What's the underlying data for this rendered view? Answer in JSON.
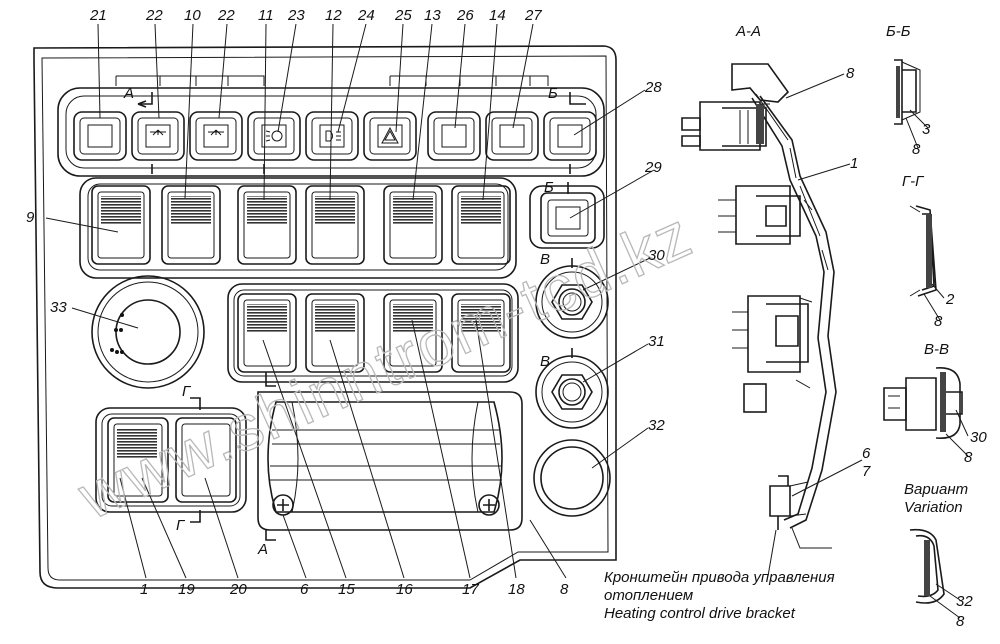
{
  "callouts": {
    "n21": "21",
    "n22a": "22",
    "n10": "10",
    "n22b": "22",
    "n11": "11",
    "n23": "23",
    "n12": "12",
    "n24": "24",
    "n25": "25",
    "n13": "13",
    "n26": "26",
    "n14": "14",
    "n27": "27",
    "n28": "28",
    "n29": "29",
    "n9": "9",
    "n30": "30",
    "n33": "33",
    "n31": "31",
    "n32": "32",
    "n1": "1",
    "n19": "19",
    "n20": "20",
    "n6": "6",
    "n15": "15",
    "n16": "16",
    "n17": "17",
    "n18": "18",
    "n8": "8",
    "s8a": "8",
    "s1": "1",
    "s6": "6",
    "s7": "7",
    "s3": "3",
    "s8b": "8",
    "s2": "2",
    "s8c": "8",
    "s30": "30",
    "s8d": "8",
    "s32": "32",
    "s8e": "8"
  },
  "section_marks": {
    "a_top": "А",
    "a_bottom": "А",
    "b_top": "Б",
    "b_right": "Б",
    "v_top": "В",
    "v_bottom": "В",
    "g_top": "Г",
    "g_bottom": "Г"
  },
  "section_titles": {
    "aa": "А-А",
    "bb": "Б-Б",
    "gg": "Г-Г",
    "vv": "В-В"
  },
  "variant": {
    "ru": "Вариант",
    "en": "Variation"
  },
  "caption": {
    "ru_line1": "Кронштейн привода управления",
    "ru_line2": "отоплением",
    "en": "Heating control drive bracket"
  },
  "watermark": "www.shinntrom-tcd.kz"
}
